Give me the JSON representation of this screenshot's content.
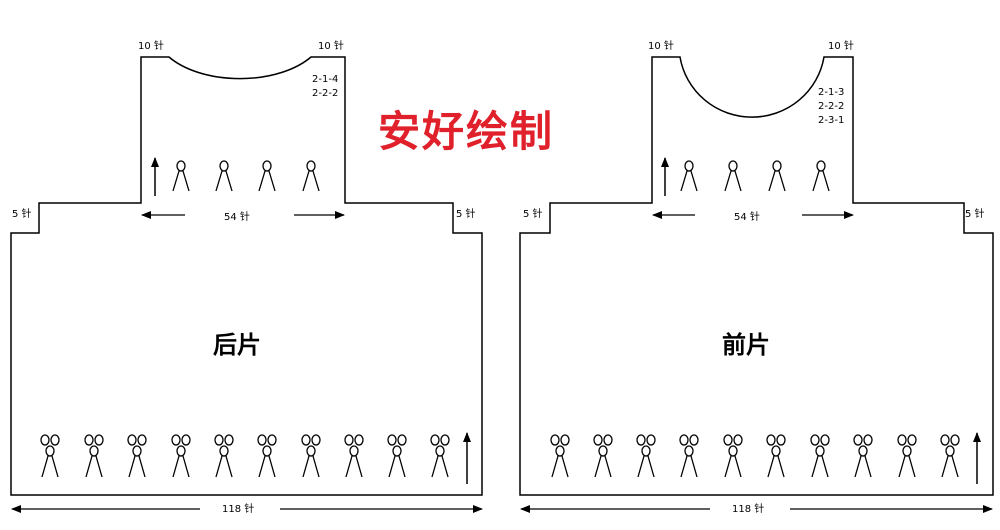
{
  "watermark": "安好绘制",
  "back": {
    "title": "后片",
    "shoulder_left": "10 针",
    "shoulder_right": "10 针",
    "neck_decrease": [
      "2-1-4",
      "2-2-2"
    ],
    "armhole_left": "5 针",
    "armhole_right": "5 针",
    "upper_width": "54 针",
    "bottom_width": "118 针"
  },
  "front": {
    "title": "前片",
    "shoulder_left": "10 针",
    "shoulder_right": "10 针",
    "neck_decrease": [
      "2-1-3",
      "2-2-2",
      "2-3-1"
    ],
    "armhole_left": "5 针",
    "armhole_right": "5 针",
    "upper_width": "54 针",
    "bottom_width": "118 针"
  }
}
